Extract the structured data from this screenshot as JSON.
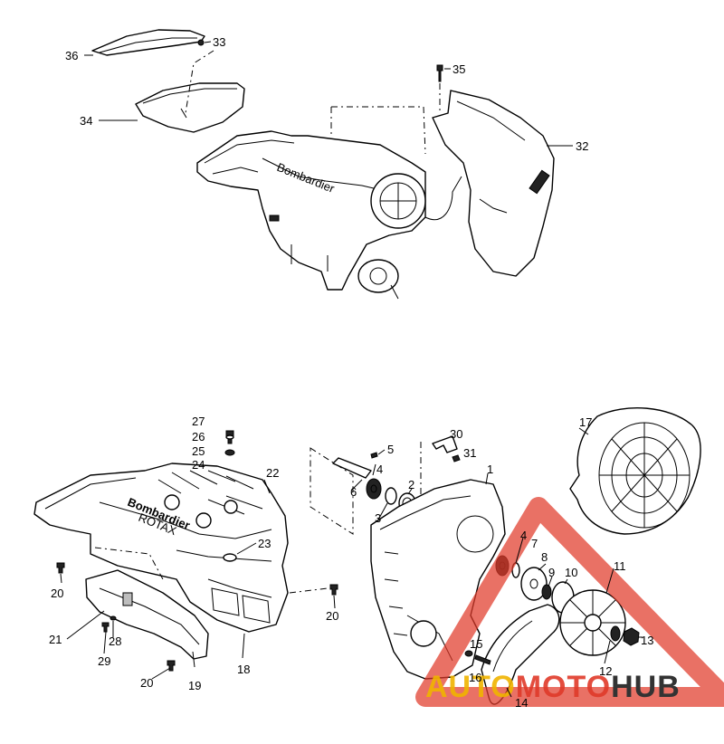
{
  "watermark": {
    "word_a": "AUTO",
    "word_b": "MOTO",
    "word_c": "HUB",
    "colors": {
      "auto": "#f0b400",
      "moto": "#e03a2a",
      "hub": "#333333",
      "triangle": "#e03a2a"
    }
  },
  "engraving": {
    "brand": "Bombardier",
    "model": "ROTAX"
  },
  "callouts": [
    {
      "id": "c1",
      "label": "1"
    },
    {
      "id": "c2",
      "label": "2"
    },
    {
      "id": "c3",
      "label": "3"
    },
    {
      "id": "c4a",
      "label": "4"
    },
    {
      "id": "c4b",
      "label": "4"
    },
    {
      "id": "c5",
      "label": "5"
    },
    {
      "id": "c6",
      "label": "6"
    },
    {
      "id": "c7",
      "label": "7"
    },
    {
      "id": "c8",
      "label": "8"
    },
    {
      "id": "c9",
      "label": "9"
    },
    {
      "id": "c10",
      "label": "10"
    },
    {
      "id": "c11",
      "label": "11"
    },
    {
      "id": "c12",
      "label": "12"
    },
    {
      "id": "c13",
      "label": "13"
    },
    {
      "id": "c14",
      "label": "14"
    },
    {
      "id": "c15",
      "label": "15"
    },
    {
      "id": "c16",
      "label": "16"
    },
    {
      "id": "c17",
      "label": "17"
    },
    {
      "id": "c18",
      "label": "18"
    },
    {
      "id": "c19",
      "label": "19"
    },
    {
      "id": "c20a",
      "label": "20"
    },
    {
      "id": "c20b",
      "label": "20"
    },
    {
      "id": "c20c",
      "label": "20"
    },
    {
      "id": "c21",
      "label": "21"
    },
    {
      "id": "c22",
      "label": "22"
    },
    {
      "id": "c23",
      "label": "23"
    },
    {
      "id": "c24",
      "label": "24"
    },
    {
      "id": "c25",
      "label": "25"
    },
    {
      "id": "c26",
      "label": "26"
    },
    {
      "id": "c27",
      "label": "27"
    },
    {
      "id": "c28",
      "label": "28"
    },
    {
      "id": "c29",
      "label": "29"
    },
    {
      "id": "c30",
      "label": "30"
    },
    {
      "id": "c31",
      "label": "31"
    },
    {
      "id": "c32",
      "label": "32"
    },
    {
      "id": "c33",
      "label": "33"
    },
    {
      "id": "c34",
      "label": "34"
    },
    {
      "id": "c35",
      "label": "35"
    },
    {
      "id": "c36",
      "label": "36"
    }
  ]
}
